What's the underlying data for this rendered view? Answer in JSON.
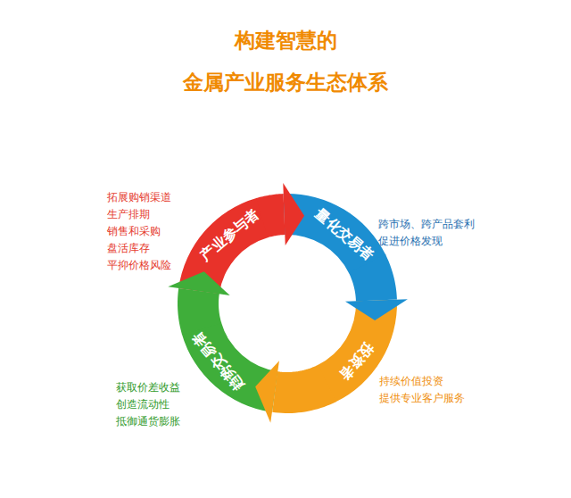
{
  "diagram": {
    "title": "构建智慧的 金属产业服务生态体系",
    "nodes": [
      {
        "text": [
          "产业参与者"
        ]
      },
      {
        "text": [
          "量化交易者"
        ]
      },
      {
        "text": [
          "投资者"
        ]
      },
      {
        "text": [
          "趋势交易者"
        ]
      }
    ],
    "edges": [
      {
        "from": 0,
        "to": 1,
        "arrow": "to"
      },
      {
        "from": 1,
        "to": 2,
        "arrow": "to"
      },
      {
        "from": 2,
        "to": 3,
        "arrow": "to"
      },
      {
        "from": 3,
        "to": 0,
        "arrow": "to"
      }
    ],
    "labels": [
      "拓展购销渠道",
      "生产排期",
      "销售和采购",
      "盘活库存",
      "平抑价格风险",
      "跨市场、跨产品套利",
      "促进价格发现",
      "持续价值投资",
      "提供专业客户服务",
      "获取价差收益",
      "创造流动性",
      "抵御通货膨胀"
    ]
  }
}
